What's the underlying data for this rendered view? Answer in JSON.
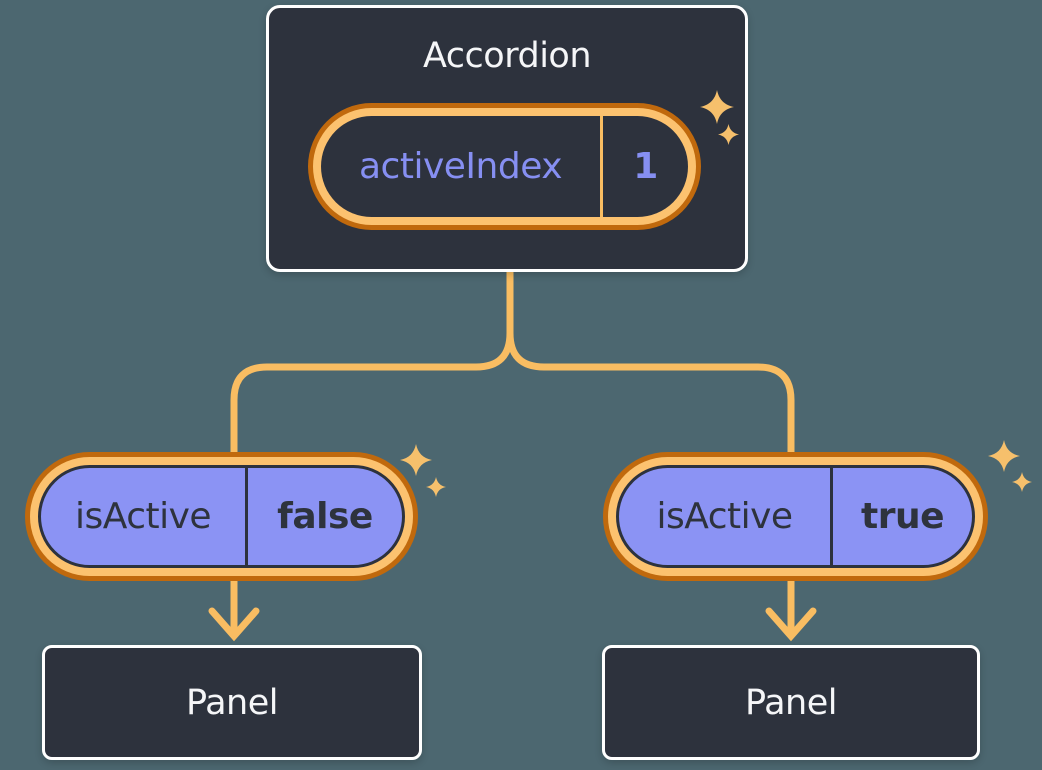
{
  "diagram": {
    "type": "react-component-state-tree",
    "background": "#4c6770"
  },
  "accordion": {
    "title": "Accordion",
    "state_pill": {
      "label": "activeIndex",
      "value": "1"
    }
  },
  "children": [
    {
      "pill": {
        "label": "isActive",
        "value": "false"
      },
      "panel": {
        "title": "Panel"
      }
    },
    {
      "pill": {
        "label": "isActive",
        "value": "true"
      },
      "panel": {
        "title": "Panel"
      }
    }
  ],
  "colors": {
    "background": "#4c6770",
    "node_fill": "#2d323d",
    "node_border": "#ffffff",
    "frame_orange_dark": "#c0690d",
    "frame_orange_light": "#fcc26f",
    "connector_orange": "#f9bd62",
    "sparkle_orange": "#f6c06c",
    "purple_fill": "#8b93f4",
    "purple_text": "#868ff2",
    "dark_text": "#2e333d",
    "light_text": "#f5f6f8"
  }
}
